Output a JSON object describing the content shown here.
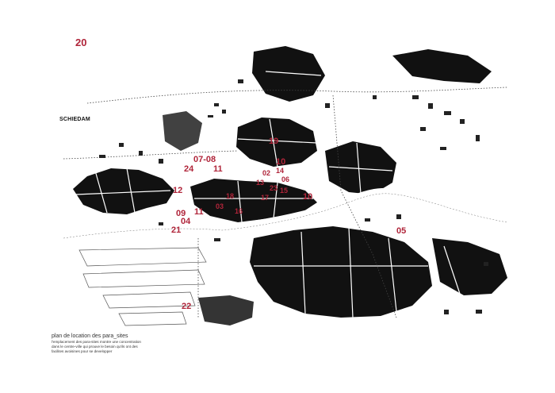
{
  "sheet_number": "20",
  "place_names": {
    "schiedam": "SCHIEDAM"
  },
  "site_labels": {
    "s07_08": "07-08",
    "s24": "24",
    "s11a": "11",
    "s19": "19",
    "s10a": "10",
    "s02": "02",
    "s14": "14",
    "s13": "13",
    "s06": "06",
    "s23": "23",
    "s15": "15",
    "s17": "17",
    "s12": "12",
    "s10b": "10",
    "s09": "09",
    "s11b": "11",
    "s18": "18",
    "s03": "03",
    "s16": "16",
    "s04": "04",
    "s21": "21",
    "s05": "05",
    "s22": "22"
  },
  "legend": {
    "title": "plan de location des para_sites",
    "line1": "l'emplacement des para-sites montre une concentration",
    "line2": "dans le centre-ville qui prouve le besoin qu'ils ont des",
    "line3": "facilites avoisines pour se developper"
  },
  "colors": {
    "label_red": "#b0253a",
    "ink": "#111111"
  }
}
